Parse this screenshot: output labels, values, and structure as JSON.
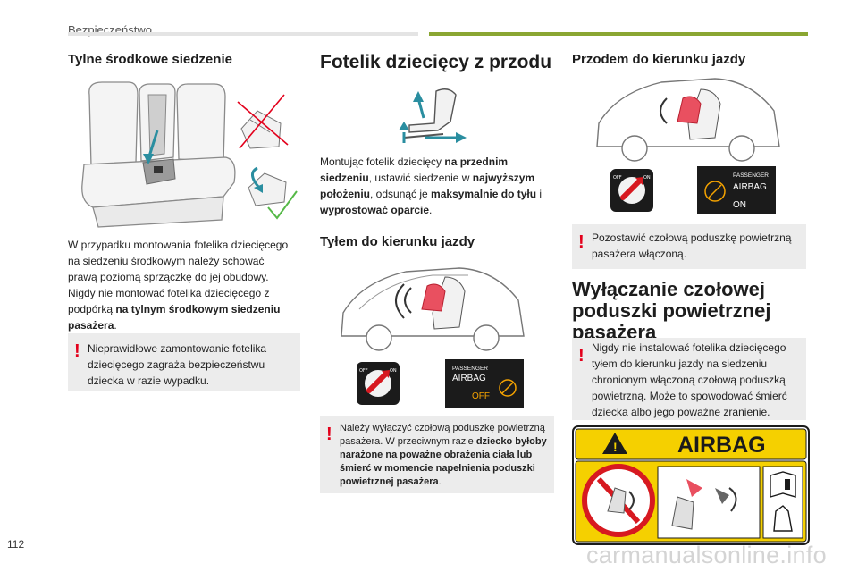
{
  "header": {
    "section": "Bezpieczeństwo"
  },
  "page_number": "112",
  "watermark": "carmanualsonline.info",
  "col1": {
    "title": "Tylne środkowe siedzenie",
    "para_lines": [
      "W przypadku montowania fotelika dziecięcego",
      "na siedzeniu środkowym należy schować",
      "prawą poziomą sprzączkę do jej obudowy.",
      "Nigdy nie montować fotelika dziecięcego z",
      "podpórką "
    ],
    "para_bold": "na tylnym środkowym siedzeniu",
    "para_bold_2": "pasażera",
    "warning_lines": [
      "Nieprawidłowe zamontowanie fotelika",
      "dziecięcego zagraża bezpieczeństwu",
      "dziecka w razie wypadku."
    ]
  },
  "col2": {
    "title": "Fotelik dziecięcy z przodu",
    "intro_a": "Montując fotelik dziecięcy ",
    "intro_b": "na przednim",
    "intro_c": "siedzeniu",
    "intro_d": ", ustawić siedzenie w ",
    "intro_e": "najwyższym",
    "intro_f": "położeniu",
    "intro_g": ", odsunąć je ",
    "intro_h": "maksymalnie do tyłu",
    "intro_i": " i",
    "intro_j": "wyprostować oparcie",
    "intro_k": ".",
    "subtitle": "Tyłem do kierunku jazdy",
    "warning_line1": "Należy wyłączyć czołową poduszkę powietrzną",
    "warning_line2a": "pasażera. W przeciwnym razie ",
    "warning_line2b": "dziecko byłoby",
    "warning_line3": "narażone na poważne obrażenia ciała lub",
    "warning_line4": "śmierć w momencie napełnienia poduszki",
    "warning_line5": "powietrznej pasażera",
    "warning_line5_end": ".",
    "panel_label1": "PASSENGER",
    "panel_label2": "AIRBAG",
    "panel_state": "OFF"
  },
  "col3": {
    "title": "Przodem do kierunku jazdy",
    "panel_label1": "PASSENGER",
    "panel_label2": "AIRBAG",
    "panel_state": "ON",
    "info_lines": [
      "Pozostawić czołową poduszkę powietrzną",
      "pasażera włączoną."
    ],
    "big_title_lines": [
      "Wyłączanie czołowej",
      "poduszki powietrznej",
      "pasażera"
    ],
    "warning_lines": [
      "Nigdy nie instalować fotelika dziecięcego",
      "tyłem do kierunku jazdy na siedzeniu",
      "chronionym włączoną czołową poduszką",
      "powietrzną. Może to spowodować śmierć",
      "dziecka albo jego poważne zranienie."
    ],
    "label_text": "AIRBAG"
  },
  "switch_labels": {
    "off": "OFF",
    "on": "ON",
    "passenger": "PASSENGER AIRBAG"
  },
  "colors": {
    "accent": "#8aa632",
    "warning": "#e3001b",
    "arrow": "#2a8ea0",
    "label_yellow": "#f5d000"
  }
}
